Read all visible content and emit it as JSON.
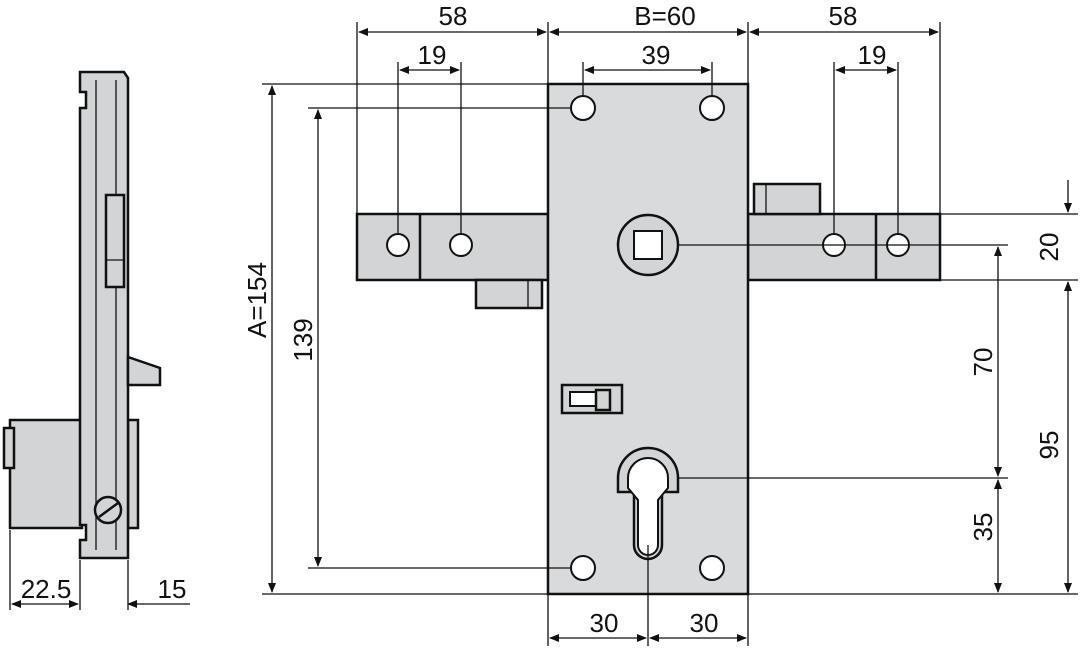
{
  "dimensions": {
    "top_left_width": "58",
    "top_left_holes": "19",
    "backset_width": "B=60",
    "top_holes": "39",
    "top_right_width": "58",
    "top_right_holes": "19",
    "total_height": "A=154",
    "hole_spacing_vertical": "139",
    "bolt_height": "20",
    "follower_to_cylinder": "70",
    "follower_to_bottom": "95",
    "cylinder_to_bottom": "35",
    "bottom_left": "30",
    "bottom_right": "30",
    "side_depth": "22.5",
    "side_thickness": "15"
  }
}
